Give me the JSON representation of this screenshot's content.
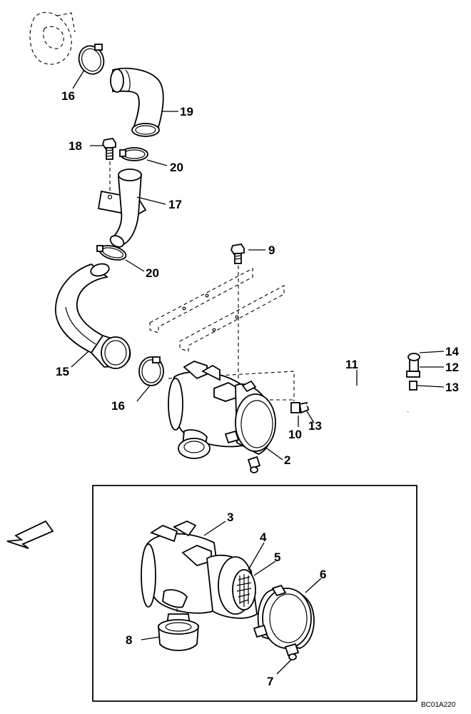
{
  "callouts": {
    "c16a": "16",
    "c19": "19",
    "c18": "18",
    "c20a": "20",
    "c17": "17",
    "c9": "9",
    "c20b": "20",
    "c15": "15",
    "c16b": "16",
    "c11": "11",
    "c14": "14",
    "c12": "12",
    "c13a": "13",
    "c10": "10",
    "c13b": "13",
    "c2": "2",
    "c3": "3",
    "c4": "4",
    "c5": "5",
    "c6": "6",
    "c8": "8",
    "c7": "7"
  },
  "drawing_code": "BC01A220"
}
